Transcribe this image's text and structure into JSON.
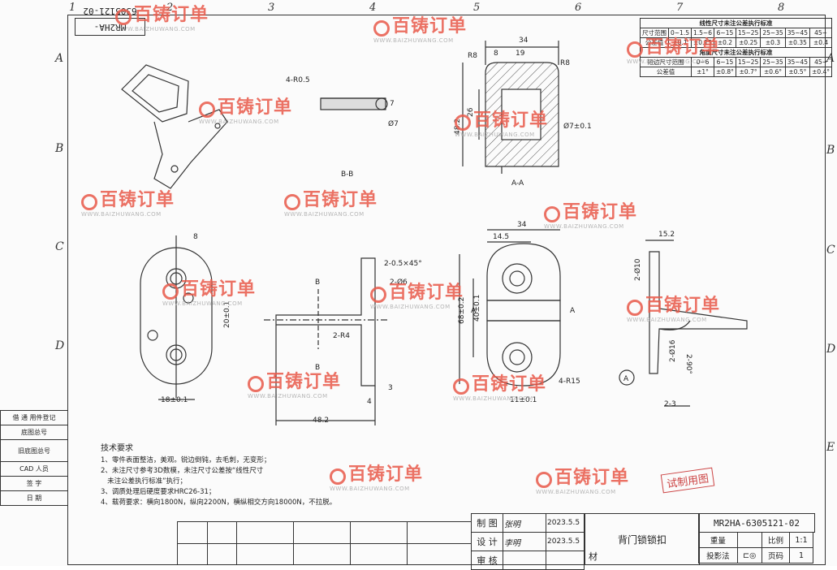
{
  "drawing": {
    "doc_number": "MR2HA-6305121-02",
    "columns": [
      "1",
      "2",
      "3",
      "4",
      "5",
      "6",
      "7",
      "8"
    ],
    "rows": [
      "A",
      "B",
      "C",
      "D",
      "E"
    ],
    "section_labels": [
      "B-B",
      "A-A"
    ],
    "dimensions": {
      "aa_top": [
        "34",
        "8",
        "19",
        "R8",
        "R8",
        "26",
        "48.2",
        "Ø7±0.1"
      ],
      "bb": [
        "4-R0.5",
        "7",
        "Ø7"
      ],
      "left_view": [
        "8",
        "20±0.1",
        "18±0.1"
      ],
      "side_view": [
        "2-0.5×45°",
        "2-Ø6",
        "B",
        "B",
        "2-R4",
        "3",
        "4",
        "48.2"
      ],
      "front_view": [
        "34",
        "14.5",
        "68±0.2",
        "40±0.1",
        "4-R15",
        "11±0.1",
        "A",
        "A"
      ],
      "right_view": [
        "15.2",
        "2-Ø10",
        "2-Ø16",
        "2-90°",
        "2-3",
        "A"
      ]
    },
    "stamp": "试制用图"
  },
  "tolerance_table": {
    "title1": "线性尺寸未注公差执行标准",
    "row1_label": "尺寸范围",
    "row1": [
      "0~1.5",
      "1.5~6",
      "6~15",
      "15~25",
      "25~35",
      "35~45",
      "45~"
    ],
    "row2_label": "公差值",
    "row2": [
      "±0.1",
      "±0.15",
      "±0.2",
      "±0.25",
      "±0.3",
      "±0.35",
      "±0.4"
    ],
    "title2": "角度尺寸未注公差执行标准",
    "row3_label": "短边尺寸范围",
    "row3": [
      "0~6",
      "6~15",
      "15~25",
      "25~35",
      "35~45",
      "45~"
    ],
    "row4_label": "公差值",
    "row4": [
      "±1°",
      "±0.8°",
      "±0.7°",
      "±0.6°",
      "±0.5°",
      "±0.4°"
    ]
  },
  "left_table": [
    "借 通 用件登记",
    "底图总号",
    "旧底图总号",
    "CAD 人员",
    "签 字",
    "日 期"
  ],
  "tech_requirements": {
    "title": "技术要求",
    "items": [
      "1、零件表面整洁，美观。锐边倒钝，去毛刺，无变形；",
      "2、未注尺寸参考3D数模，未注尺寸公差按“线性尺寸",
      "   未注公差执行标准”执行；",
      "3、调质处理后硬度要求HRC26-31；",
      "4、载荷要求：横向1800N，纵向2200N，横纵相交方向18000N，不拉脱。"
    ]
  },
  "title_block": {
    "rows": [
      {
        "role": "制 图",
        "name": "张明",
        "date": "2023.5.5"
      },
      {
        "role": "设 计",
        "name": "李明",
        "date": "2023.5.5"
      },
      {
        "role": "审 核",
        "name": "",
        "date": ""
      }
    ],
    "material_label": "材",
    "part_name": "背门锁锁扣",
    "drawing_number": "MR2HA-6305121-02",
    "weight_label": "重量",
    "scale_label": "比例",
    "scale_value": "1:1",
    "projection_label": "投影法",
    "page_label": "页码",
    "page_value": "1"
  },
  "watermark": {
    "text": "百铸订单",
    "url": "WWW.BAIZHUWANG.COM"
  }
}
